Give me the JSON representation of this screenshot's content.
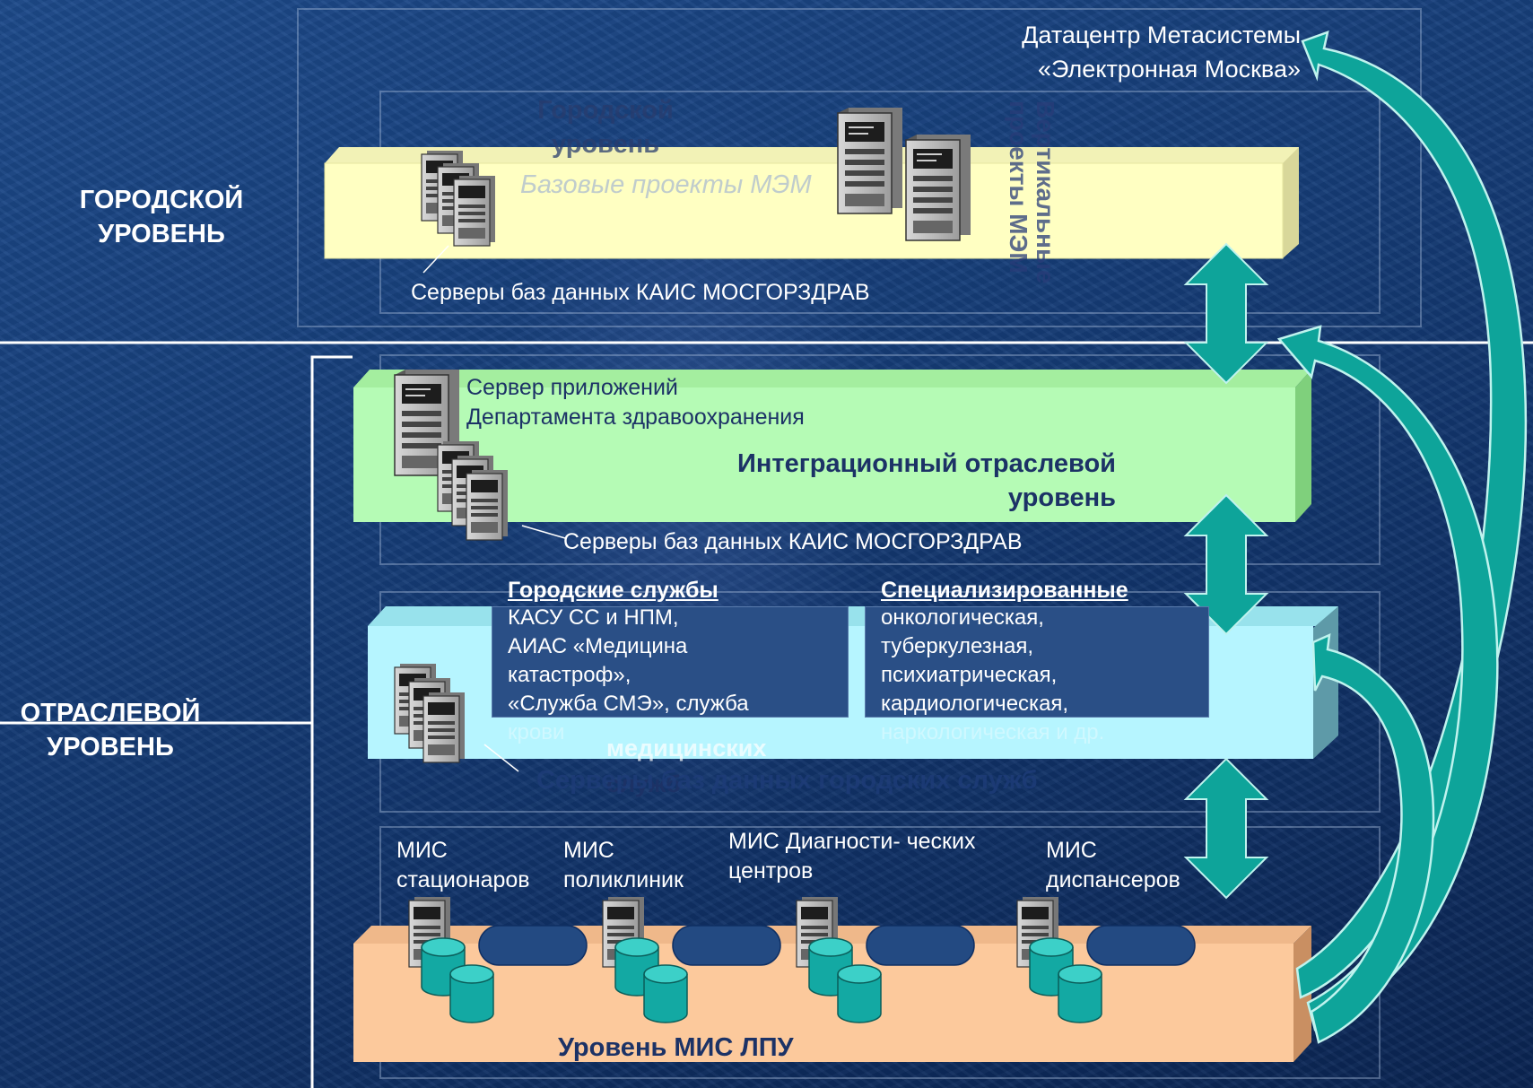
{
  "left": {
    "city_level": [
      "ГОРОДСКОЙ",
      "УРОВЕНЬ"
    ],
    "branch_level": [
      "ОТРАСЛЕВОЙ",
      "УРОВЕНЬ"
    ]
  },
  "city": {
    "datacenter": [
      "Датацентр Метасистемы",
      "«Электронная Москва»"
    ],
    "inner_title": [
      "Городской",
      "уровень"
    ],
    "base_projects": "Базовые проекты МЭМ",
    "vertical_projects": [
      "Вертикальные",
      "проекты МЭМ"
    ],
    "db_servers": "Серверы баз данных КАИС МОСГОРЗДРАВ"
  },
  "integration": {
    "app_server": [
      "Сервер приложений",
      "Департамента здравоохранения"
    ],
    "title": [
      "Интеграционный отраслевой",
      "уровень"
    ],
    "db_servers": "Серверы баз данных КАИС МОСГОРЗДРАВ"
  },
  "services": {
    "city_head": "Городские службы",
    "city_lines": [
      "КАСУ СС и НПМ,",
      "АИАС «Медицина",
      "катастроф»,",
      "«Служба СМЭ», служба",
      "крови"
    ],
    "special_head": "Специализированные",
    "special_lines": [
      "онкологическая,",
      "туберкулезная,",
      "психиатрическая,",
      "кардиологическая,",
      "наркологическая и др."
    ],
    "layer_title": [
      "медицинских",
      "служб"
    ],
    "db_servers": "Серверы баз данных городских служб"
  },
  "mis": {
    "items": [
      [
        "МИС",
        "стационаров"
      ],
      [
        "МИС",
        "поликлиник"
      ],
      [
        "МИС Диагности- ческих",
        "центров"
      ],
      [
        "МИС",
        "диспансеров"
      ]
    ],
    "title": "Уровень МИС ЛПУ"
  },
  "colors": {
    "city_bar": "#ffffc2",
    "integration_bar": "#b5fbb5",
    "services_bar": "#b6f5ff",
    "mis_bar": "#fcc99c",
    "arrow": "#0ea49a",
    "title_text": "#1c3266"
  }
}
